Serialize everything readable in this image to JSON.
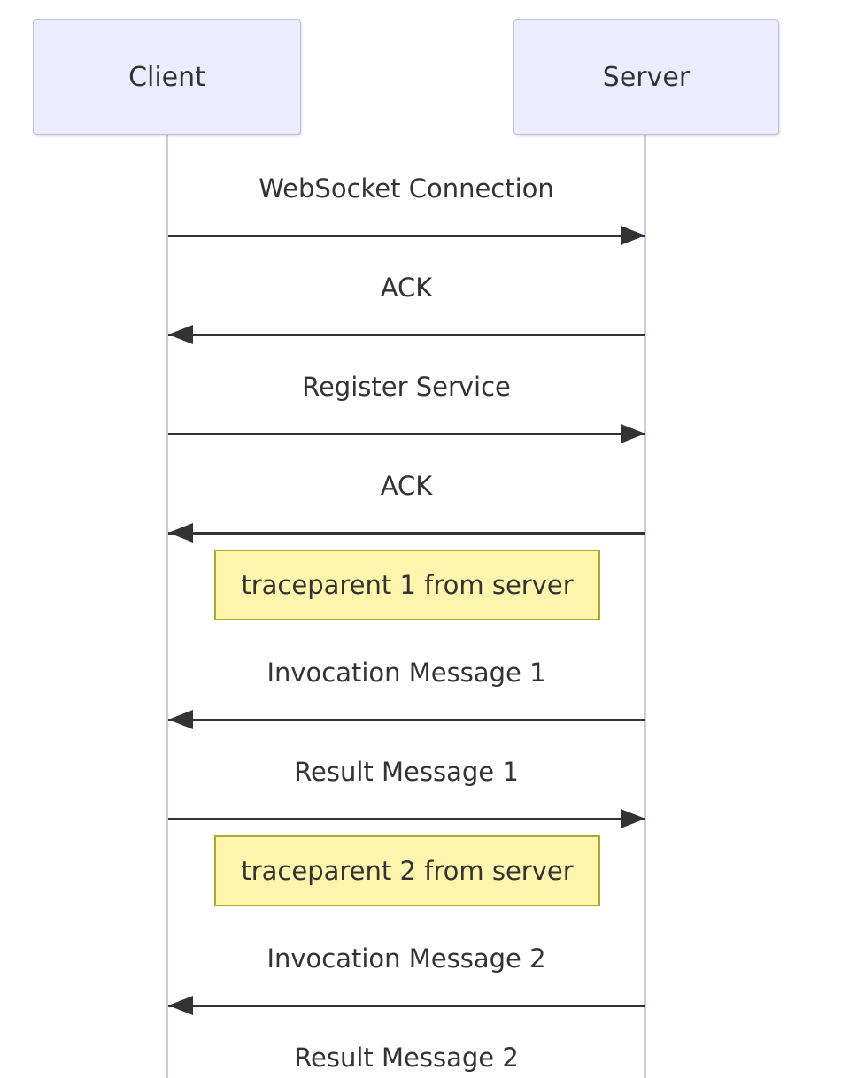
{
  "diagram": {
    "type": "sequence-diagram",
    "actors": [
      {
        "id": "client",
        "label": "Client"
      },
      {
        "id": "server",
        "label": "Server"
      }
    ],
    "items": [
      {
        "kind": "message",
        "label": "WebSocket Connection",
        "from": "client",
        "to": "server"
      },
      {
        "kind": "message",
        "label": "ACK",
        "from": "server",
        "to": "client"
      },
      {
        "kind": "message",
        "label": "Register Service",
        "from": "client",
        "to": "server"
      },
      {
        "kind": "message",
        "label": "ACK",
        "from": "server",
        "to": "client"
      },
      {
        "kind": "note",
        "label": "traceparent 1 from server"
      },
      {
        "kind": "message",
        "label": "Invocation Message 1",
        "from": "server",
        "to": "client"
      },
      {
        "kind": "message",
        "label": "Result Message 1",
        "from": "client",
        "to": "server"
      },
      {
        "kind": "note",
        "label": "traceparent 2 from server"
      },
      {
        "kind": "message",
        "label": "Invocation Message 2",
        "from": "server",
        "to": "client"
      },
      {
        "kind": "message",
        "label": "Result Message 2",
        "from": "client",
        "to": "server"
      }
    ],
    "colors": {
      "actor_fill": "#ECECFF",
      "actor_border": "#bfbfd8",
      "lifeline": "#cdcae2",
      "arrow": "#333333",
      "note_fill": "#fff5ad",
      "note_border": "#aaaa33",
      "text": "#333333"
    }
  }
}
